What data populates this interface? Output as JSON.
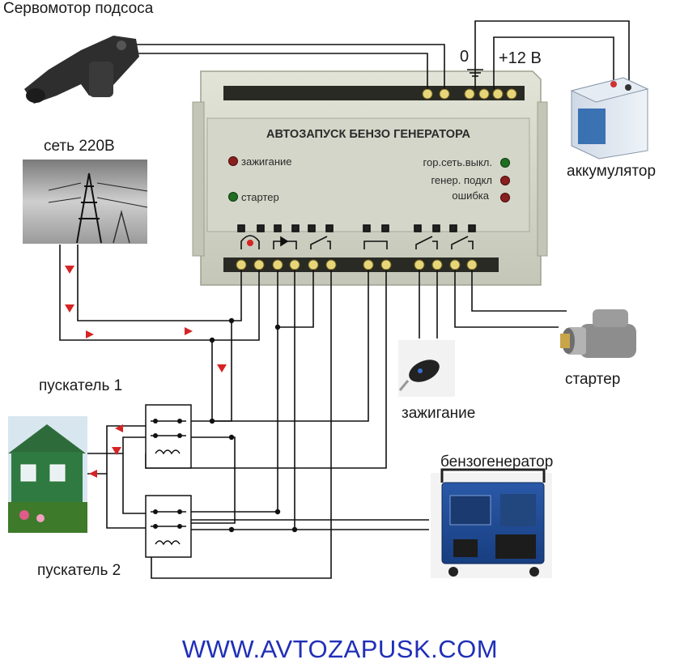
{
  "labels": {
    "servo": "Сервомотор подсоса",
    "grid": "сеть 220В",
    "battery": "аккумулятор",
    "starter": "стартер",
    "ignition": "зажигание",
    "generator": "бензогенератор",
    "contactor1": "пускатель 1",
    "contactor2": "пускатель 2",
    "zero_volt": "0",
    "plus_12v": "+12 В",
    "website": "WWW.AVTOZAPUSK.COM"
  },
  "controller": {
    "title": "АВТОЗАПУСК БЕНЗО ГЕНЕРАТОРА",
    "indicators_left": [
      {
        "label": "зажигание",
        "color": "#8a1f1f"
      },
      {
        "label": "стартер",
        "color": "#1f6e22"
      }
    ],
    "indicators_right": [
      {
        "label": "гор.сеть.выкл.",
        "color": "#1f6e22"
      },
      {
        "label": "генер. подкл",
        "color": "#8a1f1f"
      },
      {
        "label": "ошибка",
        "color": "#8a1f1f"
      }
    ]
  },
  "colors": {
    "housing": "#d7d9cc",
    "panel": "#cfd2c4",
    "wire": "#111111",
    "arrow": "#d62424",
    "website": "#1f2fb8",
    "terminal": "#e7d57a"
  }
}
